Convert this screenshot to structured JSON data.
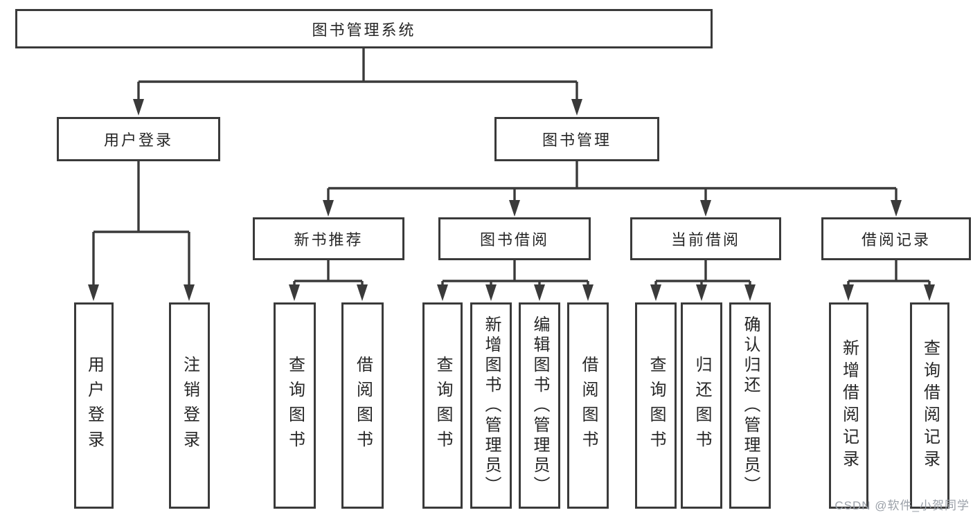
{
  "diagram": {
    "root": {
      "label": "图书管理系统"
    },
    "user_login": {
      "label": "用户登录",
      "children": [
        {
          "label": "用户登录"
        },
        {
          "label": "注销登录"
        }
      ]
    },
    "book_management": {
      "label": "图书管理",
      "sections": [
        {
          "label": "新书推荐",
          "children": [
            {
              "label": "查询图书"
            },
            {
              "label": "借阅图书"
            }
          ]
        },
        {
          "label": "图书借阅",
          "children": [
            {
              "label": "查询图书"
            },
            {
              "label": "新增图书（管理员）"
            },
            {
              "label": "编辑图书（管理员）"
            },
            {
              "label": "借阅图书"
            }
          ]
        },
        {
          "label": "当前借阅",
          "children": [
            {
              "label": "查询图书"
            },
            {
              "label": "归还图书"
            },
            {
              "label": "确认归还（管理员）"
            }
          ]
        },
        {
          "label": "借阅记录",
          "children": [
            {
              "label": "新增借阅记录"
            },
            {
              "label": "查询借阅记录"
            }
          ]
        }
      ]
    }
  },
  "watermark": {
    "text": "CSDN @软件_小贺同学"
  },
  "colors": {
    "line": "#3a3a3a",
    "border": "#3a3a3a",
    "text": "#262626",
    "watermark": "#9aa0a8",
    "background": "#ffffff"
  }
}
